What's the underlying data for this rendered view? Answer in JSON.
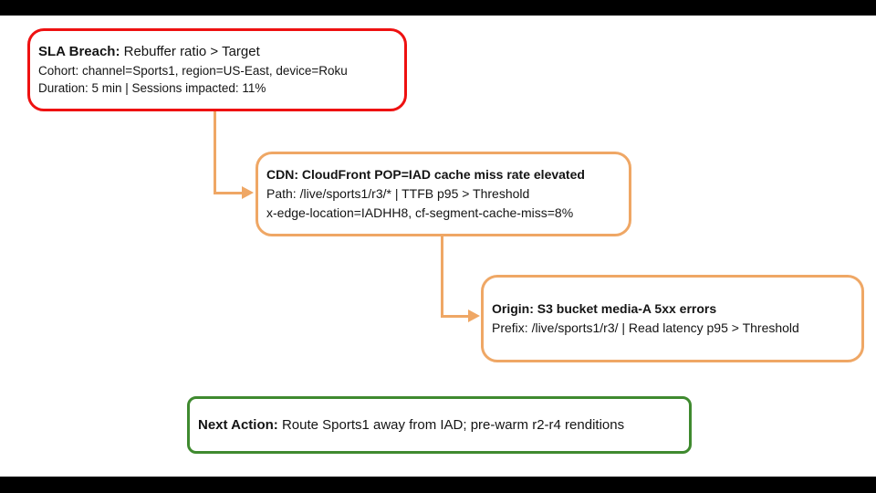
{
  "page": {
    "background_color": "#000000",
    "canvas_color": "#ffffff",
    "text_color": "#141414"
  },
  "connectors": {
    "color": "#efa765",
    "style": "elbow-right-arrow",
    "links": [
      "sla-breach -> cdn",
      "cdn -> origin"
    ]
  },
  "nodes": [
    {
      "id": "sla-breach",
      "border_color": "#ee1111",
      "title_bold": "SLA Breach:",
      "title_rest": " Rebuffer ratio > Target",
      "lines": [
        "Cohort: channel=Sports1, region=US-East, device=Roku",
        "Duration: 5 min | Sessions impacted: 11%"
      ]
    },
    {
      "id": "cdn-cache-miss",
      "border_color": "#efa765",
      "title_bold": "CDN: CloudFront POP=IAD cache miss rate elevated",
      "title_rest": "",
      "lines": [
        "Path: /live/sports1/r3/* | TTFB p95 > Threshold",
        "x-edge-location=IADHH8, cf-segment-cache-miss=8%"
      ]
    },
    {
      "id": "origin-5xx",
      "border_color": "#efa765",
      "title_bold": "Origin: S3 bucket media-A 5xx errors",
      "title_rest": "",
      "lines": [
        "Prefix: /live/sports1/r3/ | Read latency p95 > Threshold"
      ]
    },
    {
      "id": "next-action",
      "border_color": "#3f8a2f",
      "title_bold": "Next Action:",
      "title_rest": " Route Sports1 away from IAD; pre-warm r2-r4 renditions",
      "lines": []
    }
  ]
}
